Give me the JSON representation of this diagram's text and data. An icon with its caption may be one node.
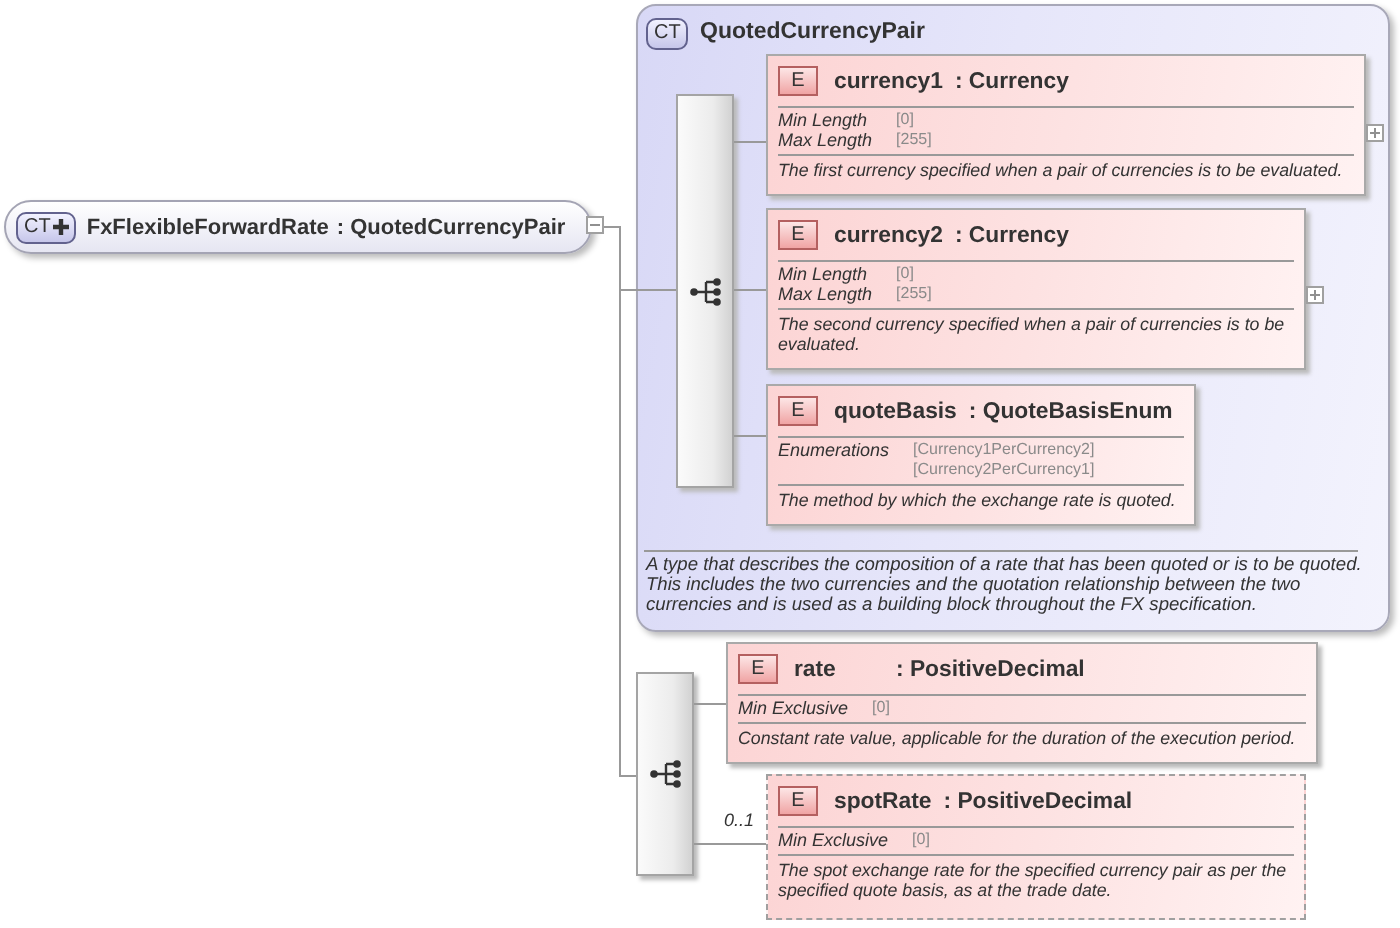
{
  "diagram": {
    "nodes": [
      {
        "text": [
          "CT",
          "FxFlexibleForwardRate",
          ": QuotedCurrencyPair"
        ]
      },
      {
        "text": [
          "CT",
          "QuotedCurrencyPair",
          "A type that describes the composition of a rate that has been quoted or is to be quoted. This includes the two currencies and the quotation relationship between the two currencies and is used as a building block throughout the FX specification."
        ]
      },
      {
        "text": [],
        "shape": "box",
        "in": 1
      },
      {
        "text": [
          "E",
          "currency1",
          ": Currency",
          "Min Length",
          "[0]",
          "Max Length",
          "[255]",
          "The first currency specified when a pair of currencies is to be evaluated."
        ],
        "in": 1
      },
      {
        "text": [
          "E",
          "currency2",
          ": Currency",
          "Min Length",
          "[0]",
          "Max Length",
          "[255]",
          "The second currency specified when a pair of currencies is to be evaluated."
        ],
        "in": 1
      },
      {
        "text": [
          "E",
          "quoteBasis",
          ": QuoteBasisEnum",
          "Enumerations",
          "[Currency1PerCurrency2]",
          "[Currency2PerCurrency1]",
          "The method by which the exchange rate is quoted."
        ],
        "in": 1
      },
      {
        "text": [],
        "shape": "box"
      },
      {
        "text": [
          "E",
          "rate",
          ": PositiveDecimal",
          "Min Exclusive",
          "[0]",
          "Constant rate value, applicable for the duration of the execution period."
        ]
      },
      {
        "text": [
          "E",
          "spotRate",
          ": PositiveDecimal",
          "Min Exclusive",
          "[0]",
          "The spot exchange rate for the specified currency pair as per the specified quote basis, as at the trade date."
        ]
      }
    ],
    "edges": [
      {
        "from": 0,
        "to": 2,
        "arrow": "none"
      },
      {
        "from": 0,
        "to": 6,
        "arrow": "none"
      },
      {
        "from": 2,
        "to": 3,
        "arrow": "none"
      },
      {
        "from": 2,
        "to": 4,
        "arrow": "none"
      },
      {
        "from": 2,
        "to": 5,
        "arrow": "none"
      },
      {
        "from": 6,
        "to": 7,
        "arrow": "none"
      },
      {
        "from": 6,
        "to": 8,
        "arrow": "none",
        "label": "0..1"
      }
    ]
  }
}
